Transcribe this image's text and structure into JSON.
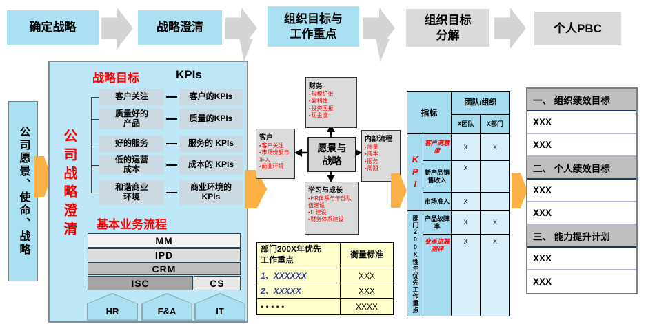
{
  "colors": {
    "process_blue": "#A9E1F3",
    "process_gray": "#D9D9D9",
    "main_panel_blue": "#BEE7F7",
    "item_box_blue_gray": "#CBDAE2",
    "accent_red": "#FF0000",
    "orange_arrow": "#FBB046",
    "table_yellow": "#FFFFCC",
    "kpi_table_medium_blue": "#A5DCF0",
    "kpi_table_light_blue": "#D8EEF8",
    "pbc_header_gray": "#BFBFBF"
  },
  "flow": {
    "steps": [
      {
        "label": "确定战略"
      },
      {
        "label": "战略澄清"
      },
      {
        "label": "组织目标与\n工作重点"
      },
      {
        "label": "组织目标\n分解"
      },
      {
        "label": "个人PBC"
      }
    ]
  },
  "left_panel": {
    "label": "公司愿景、使命、战略"
  },
  "strategy": {
    "vertical_title": "公司战略澄清",
    "goals_header": "战略目标",
    "kpis_header": "KPIs",
    "goal_rows": [
      {
        "goal": "客户关注",
        "kpi": "客户的KPIs"
      },
      {
        "goal": "质量好的\n产品",
        "kpi": "质量的KPIs"
      },
      {
        "goal": "好的服务",
        "kpi": "服务的 KPIs"
      },
      {
        "goal": "低的运营\n成本",
        "kpi": "成本的 KPIs"
      },
      {
        "goal": "和谐商业\n环境",
        "kpi": "商业环境的\nKPIs"
      }
    ],
    "process_header": "基本业务流程",
    "process_rows": [
      "MM",
      "IPD",
      "CRM"
    ],
    "process_split": {
      "left": "ISC",
      "right": "CS"
    },
    "support_functions": [
      "HR",
      "F&A",
      "IT"
    ]
  },
  "bsc": {
    "center": "愿景与\n战略",
    "finance": {
      "title": "财务",
      "items": [
        "规模扩张",
        "盈利性",
        "投资回报",
        "现金流"
      ]
    },
    "customer": {
      "title": "客户",
      "items": [
        "客户关注",
        "市场份额与准入",
        "商业环境"
      ]
    },
    "internal": {
      "title": "内部流程",
      "items": [
        "质量",
        "成本",
        "服务",
        "周期"
      ]
    },
    "learning": {
      "title": "学习与成长",
      "items": [
        "HR体系与干部队伍建设",
        "IT建设",
        "财务体系建设"
      ]
    }
  },
  "priority_table": {
    "col1_header": "部门200X年优先\n工作重点",
    "col2_header": "衡量标准",
    "rows": [
      {
        "item": "1、XXXXXX",
        "measure": "XXX"
      },
      {
        "item": "2、XXXXX",
        "measure": "XXX"
      },
      {
        "item": "• • • • •",
        "measure": "XXXX"
      }
    ]
  },
  "kpi_table": {
    "header_indicator": "指标",
    "header_team_org": "团队/组织",
    "sub_team": "X团队",
    "sub_dept": "X部门",
    "group1_label": "KPI",
    "group2_label": "部门200X性年优先工作重点",
    "rows": [
      {
        "name": "客户满意度",
        "team": "X",
        "dept": "X"
      },
      {
        "name": "新产品销售收入",
        "team": "X",
        "dept": ""
      },
      {
        "name": "市场准入",
        "team": "X",
        "dept": ""
      },
      {
        "name": "产品故障率",
        "team": "X",
        "dept": "X"
      },
      {
        "name": "变革进展测评",
        "team": "X",
        "dept": "X"
      }
    ]
  },
  "pbc": {
    "sections": [
      {
        "title": "一、 组织绩效目标",
        "items": [
          "XXX",
          "XXX"
        ]
      },
      {
        "title": "二、 个人绩效目标",
        "items": [
          "XXX",
          "XXX"
        ]
      },
      {
        "title": "三、 能力提升计划",
        "items": [
          "XXX",
          "XXX"
        ]
      }
    ]
  }
}
